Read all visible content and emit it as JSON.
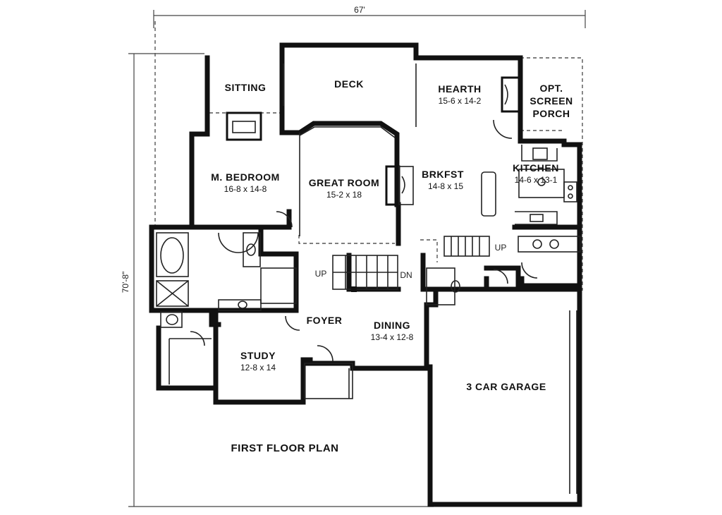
{
  "plan_title": "FIRST FLOOR PLAN",
  "dimensions": {
    "width": "67'",
    "depth": "70'-8\""
  },
  "rooms": {
    "sitting": {
      "name": "SITTING"
    },
    "deck": {
      "name": "DECK"
    },
    "hearth": {
      "name": "HEARTH",
      "size": "15-6 x 14-2"
    },
    "screen_porch": {
      "line1": "OPT.",
      "line2": "SCREEN",
      "line3": "PORCH"
    },
    "master_bedroom": {
      "name": "M. BEDROOM",
      "size": "16-8 x 14-8"
    },
    "great_room": {
      "name": "GREAT ROOM",
      "size": "15-2 x 18"
    },
    "breakfast": {
      "name": "BRKFST",
      "size": "14-8 x 15"
    },
    "kitchen": {
      "name": "KITCHEN",
      "size": "14-6 x 13-1"
    },
    "foyer": {
      "name": "FOYER"
    },
    "dining": {
      "name": "DINING",
      "size": "13-4 x 12-8"
    },
    "study": {
      "name": "STUDY",
      "size": "12-8 x 14"
    },
    "garage": {
      "name": "3 CAR GARAGE"
    }
  },
  "stairs": {
    "up_main": "UP",
    "down_main": "DN",
    "up_rear": "UP"
  }
}
